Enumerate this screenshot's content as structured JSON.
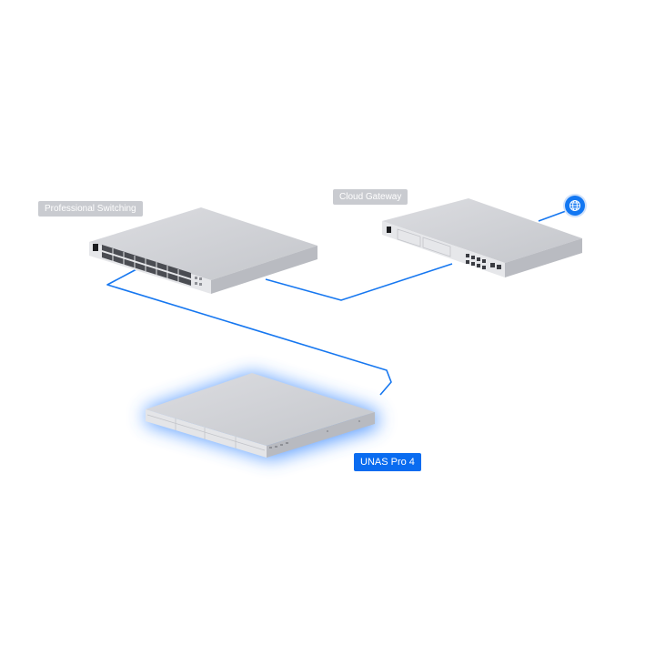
{
  "devices": {
    "switch": {
      "label": "Professional Switching"
    },
    "gateway": {
      "label": "Cloud Gateway"
    },
    "nas": {
      "label": "UNAS Pro 4",
      "highlighted": true
    }
  },
  "internet": {
    "icon": "globe-icon"
  },
  "colors": {
    "link": "#1677f0",
    "highlight": "#0a6cf0",
    "label_bg": "#c9cbd0",
    "device_top": "#cfd0d5",
    "device_front": "#e6e7ea",
    "device_side": "#b9bbc1"
  }
}
